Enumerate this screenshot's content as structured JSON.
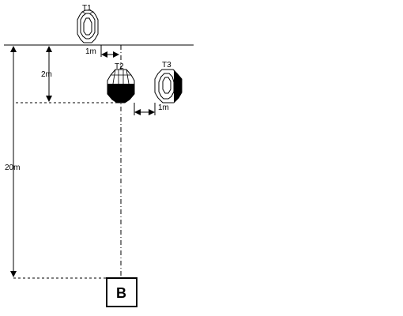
{
  "targets": {
    "t1": {
      "label": "T1"
    },
    "t2": {
      "label": "T2"
    },
    "t3": {
      "label": "T3"
    }
  },
  "dimensions": {
    "t1_offset": "1m",
    "t2_depth": "2m",
    "t3_offset": "1m",
    "total_distance": "20m"
  },
  "position": {
    "label": "B"
  },
  "colors": {
    "line": "#000000",
    "fill": "#000000",
    "background": "#ffffff"
  }
}
